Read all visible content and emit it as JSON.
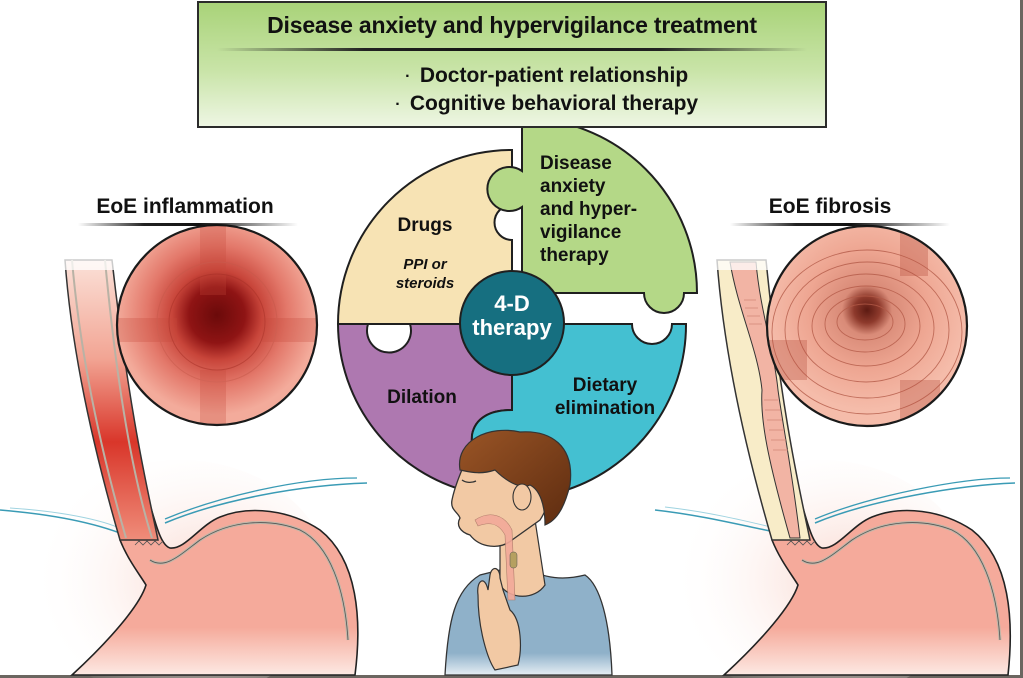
{
  "header": {
    "title": "Disease anxiety and hypervigilance treatment",
    "bullets": [
      "Doctor-patient relationship",
      "Cognitive behavioral therapy"
    ],
    "bullet_glyph": "·"
  },
  "left_panel": {
    "title": "EoE inflammation"
  },
  "right_panel": {
    "title": "EoE fibrosis"
  },
  "puzzle": {
    "center": {
      "line1": "4-D",
      "line2": "therapy",
      "color": "#166f80"
    },
    "pieces": {
      "drugs": {
        "title": "Drugs",
        "sub_line1": "PPI or",
        "sub_line2": "steroids",
        "color": "#f7e3b4"
      },
      "disease_anxiety": {
        "lines": [
          "Disease",
          "anxiety",
          "and hyper-",
          "vigilance",
          "therapy"
        ],
        "color": "#b4d887"
      },
      "dilation": {
        "title": "Dilation",
        "color": "#ae78b0"
      },
      "dietary": {
        "line1": "Dietary",
        "line2": "elimination",
        "color": "#44c0d1"
      }
    }
  },
  "colors": {
    "header_green": "#a9d379",
    "tissue_pink": "#f5aa9b",
    "inflamed_red": "#d8382a",
    "fibrosis_cream": "#f8ecc8",
    "diaphragm_blue": "#3a9bb5",
    "shirt_blue": "#8fb1c9",
    "hair_brown": "#8a4a20",
    "skin": "#f2c9a4"
  }
}
